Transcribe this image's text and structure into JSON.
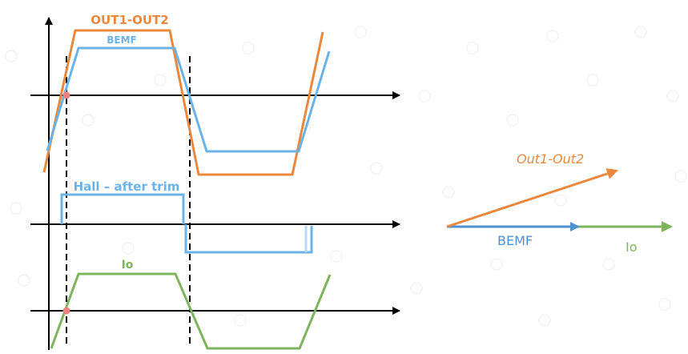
{
  "colors": {
    "orange": "#E8893F",
    "blue": "#6BB3E6",
    "blue_dark": "#4F90D2",
    "green": "#7DB55C",
    "axis": "#000000",
    "marker": "#F08080"
  },
  "labels": {
    "out_diff": "OUT1-OUT2",
    "bemf": "BEMF",
    "hall": "Hall – after trim",
    "io": "Io"
  },
  "phasor": {
    "out_diff": "Out1-Out2",
    "bemf": "BEMF",
    "io": "Io"
  }
}
